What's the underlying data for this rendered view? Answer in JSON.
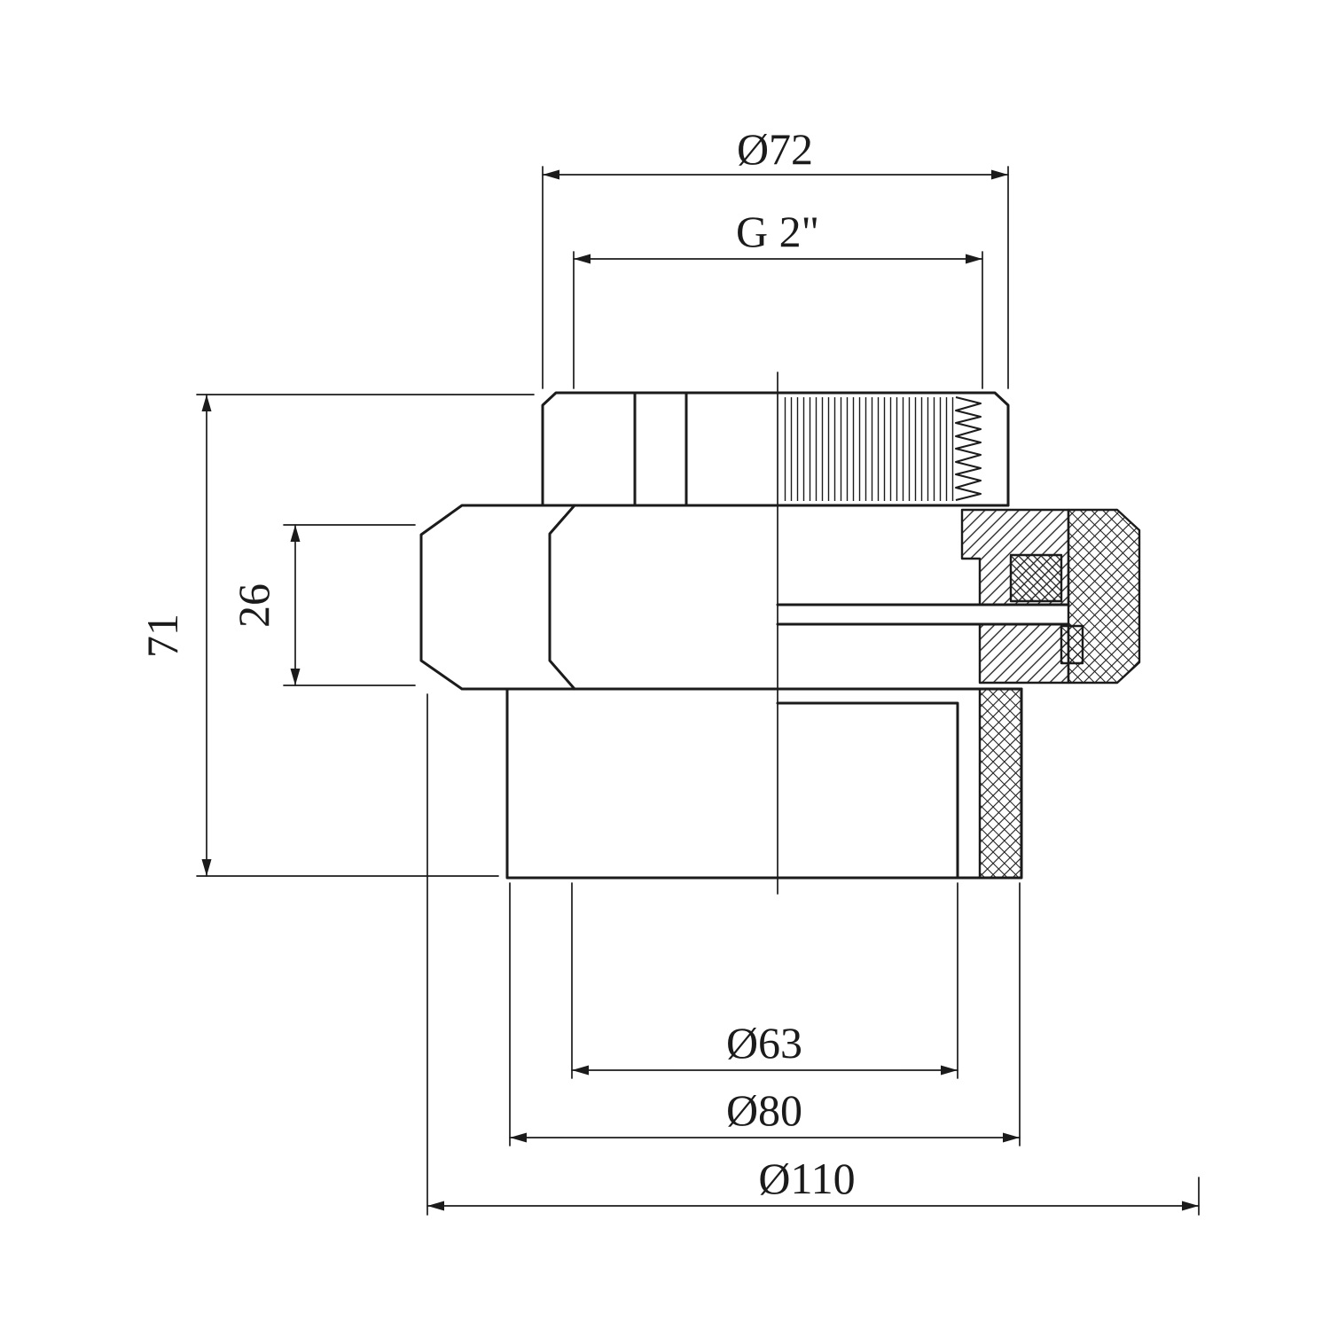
{
  "dimensions": {
    "nut_outer_width": "Ø72",
    "thread_size": "G 2\"",
    "total_height": "71",
    "hex_section_height": "26",
    "socket_inner_diameter": "Ø63",
    "socket_outer_diameter": "Ø80",
    "flange_diameter": "Ø110"
  },
  "colors": {
    "line": "#1b1b1b",
    "background": "#ffffff"
  }
}
